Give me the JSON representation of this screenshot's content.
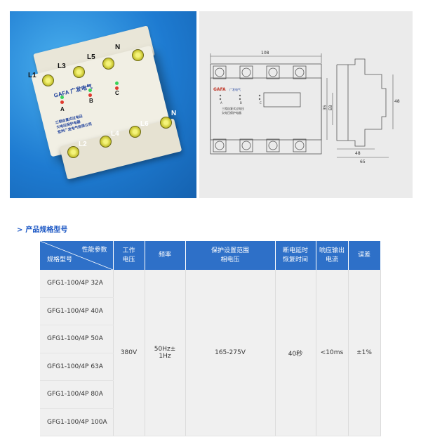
{
  "photo": {
    "terminals_top": [
      "L1",
      "L3",
      "L5",
      "N"
    ],
    "terminals_bottom": [
      "L2",
      "L4",
      "L6",
      "N"
    ],
    "phases": [
      "A",
      "B",
      "C"
    ],
    "brand": "GAFA",
    "brand_cn": "广发电气",
    "product_lines": [
      "三相自复式过电压",
      "欠电压保护电器",
      "宏州广发电气有限公司"
    ]
  },
  "drawing": {
    "dim_width": "108",
    "dim_h_outer": "35",
    "dim_h_inner": "E8",
    "dim_depth_total": "65",
    "dim_depth_inner": "48",
    "dim_side_height": "48",
    "phases": [
      "A",
      "B",
      "C"
    ],
    "brand": "GAFA",
    "brand_cn": "广发电气",
    "product_lines": [
      "三相自复式过电压",
      "欠电压保护电器"
    ]
  },
  "section_title": "产品规格型号",
  "table": {
    "corner_top": "性能参数",
    "corner_bottom": "规格型号",
    "headers": [
      [
        "工作",
        "电压"
      ],
      [
        "频率"
      ],
      [
        "保护设置范围",
        "相电压"
      ],
      [
        "断电延时",
        "恢复时间"
      ],
      [
        "响应输出",
        "电流"
      ],
      [
        "误差"
      ]
    ],
    "models": [
      "GFG1-100/4P  32A",
      "GFG1-100/4P  40A",
      "GFG1-100/4P  50A",
      "GFG1-100/4P  63A",
      "GFG1-100/4P  80A",
      "GFG1-100/4P  100A"
    ],
    "voltage": "380V",
    "frequency": [
      "50Hz±",
      "1Hz"
    ],
    "range": "165-275V",
    "delay": "40秒",
    "response": "<10ms",
    "error": "±1%"
  },
  "colors": {
    "accent": "#1a56c4",
    "header_bg": "#2e70c8",
    "row_bg": "#f0f0f0",
    "photo_bg": "#1e7bd1",
    "drawing_bg": "#ebebeb"
  }
}
